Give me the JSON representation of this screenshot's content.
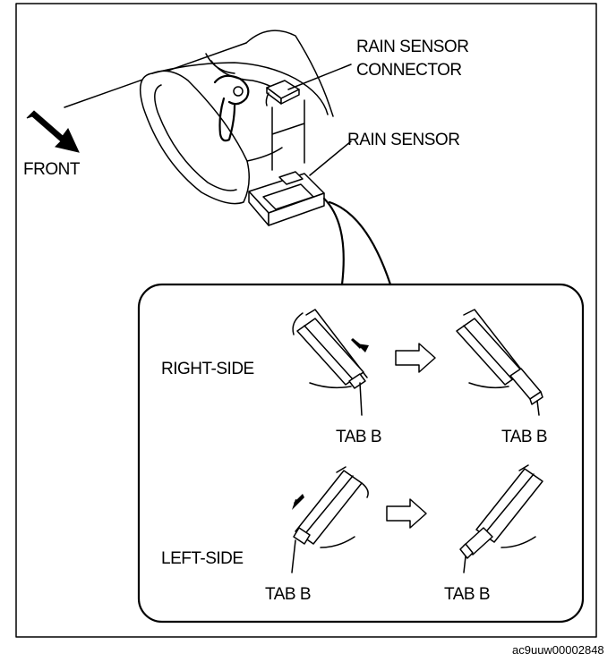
{
  "labels": {
    "front": "FRONT",
    "connector_line1": "RAIN SENSOR",
    "connector_line2": "CONNECTOR",
    "rain_sensor": "RAIN SENSOR",
    "right_side": "RIGHT-SIDE",
    "left_side": "LEFT-SIDE",
    "tab_b": "TAB B"
  },
  "figure_code": "ac9uuw00002848"
}
